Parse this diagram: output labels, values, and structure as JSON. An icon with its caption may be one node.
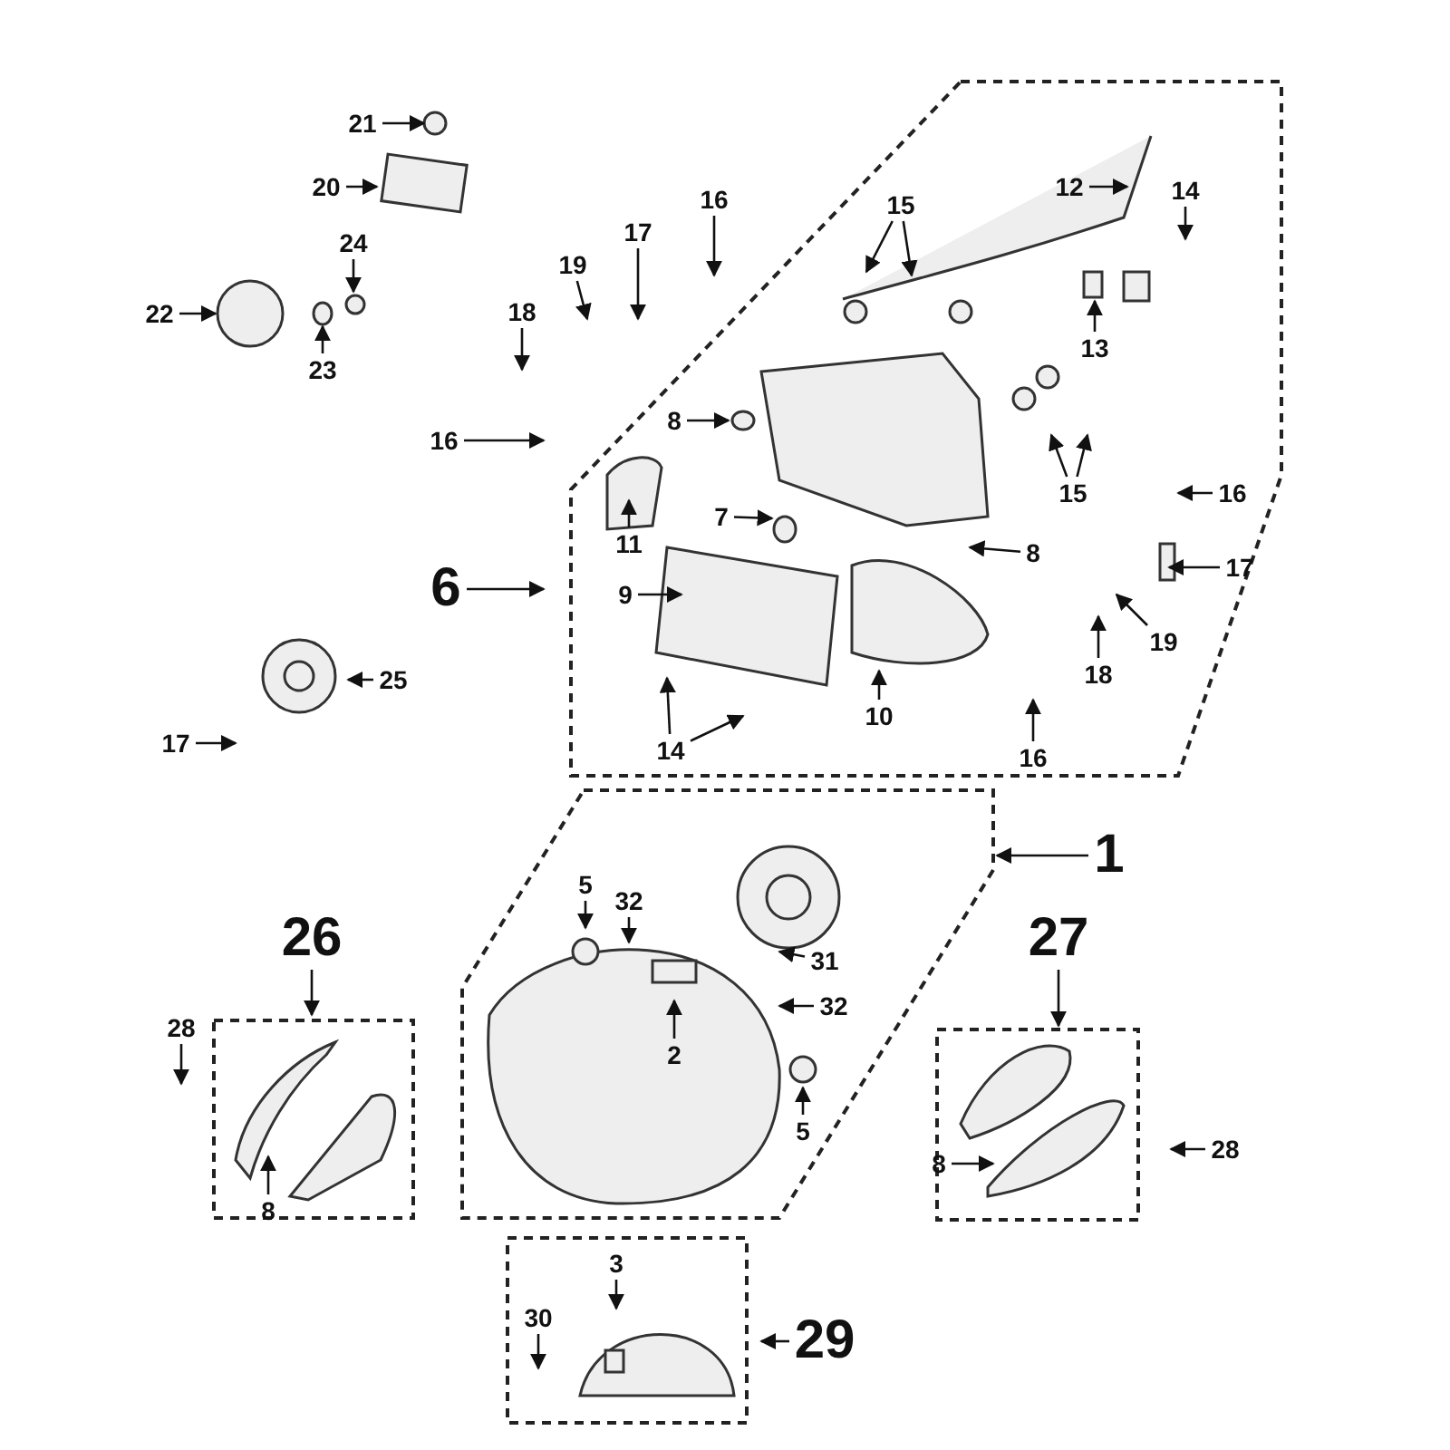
{
  "diagram": {
    "nodes": [
      {
        "text": [
          "21"
        ]
      },
      {
        "text": [
          "20"
        ]
      },
      {
        "text": [
          "22"
        ]
      },
      {
        "text": [
          "24"
        ]
      },
      {
        "text": [
          "23"
        ]
      },
      {
        "text": [
          "18"
        ]
      },
      {
        "text": [
          "19"
        ]
      },
      {
        "text": [
          "17"
        ]
      },
      {
        "text": [
          "16"
        ]
      },
      {
        "text": [
          "15"
        ]
      },
      {
        "text": [
          "12"
        ]
      },
      {
        "text": [
          "14"
        ]
      },
      {
        "text": [
          "13"
        ]
      },
      {
        "text": [
          "16"
        ]
      },
      {
        "text": [
          "8"
        ]
      },
      {
        "text": [
          "15"
        ]
      },
      {
        "text": [
          "11"
        ]
      },
      {
        "text": [
          "7"
        ]
      },
      {
        "text": [
          "16"
        ]
      },
      {
        "text": [
          "8"
        ]
      },
      {
        "text": [
          "6"
        ]
      },
      {
        "text": [
          "9"
        ]
      },
      {
        "text": [
          "17"
        ]
      },
      {
        "text": [
          "19"
        ]
      },
      {
        "text": [
          "25"
        ]
      },
      {
        "text": [
          "18"
        ]
      },
      {
        "text": [
          "14"
        ]
      },
      {
        "text": [
          "10"
        ]
      },
      {
        "text": [
          "17"
        ]
      },
      {
        "text": [
          "16"
        ]
      },
      {
        "text": [
          "1"
        ]
      },
      {
        "text": [
          "5"
        ]
      },
      {
        "text": [
          "32"
        ]
      },
      {
        "text": [
          "31"
        ]
      },
      {
        "text": [
          "26"
        ]
      },
      {
        "text": [
          "27"
        ]
      },
      {
        "text": [
          "2"
        ]
      },
      {
        "text": [
          "32"
        ]
      },
      {
        "text": [
          "28"
        ]
      },
      {
        "text": [
          "5"
        ]
      },
      {
        "text": [
          "28"
        ]
      },
      {
        "text": [
          "8"
        ]
      },
      {
        "text": [
          "8"
        ]
      },
      {
        "text": [
          "3"
        ]
      },
      {
        "text": [
          "29"
        ]
      },
      {
        "text": [
          "30"
        ]
      }
    ],
    "edges": [
      {
        "from": 0,
        "to": null,
        "arrow": "to"
      },
      {
        "from": 1,
        "to": null,
        "arrow": "to"
      },
      {
        "from": 2,
        "to": null,
        "arrow": "to"
      },
      {
        "from": 3,
        "to": null,
        "arrow": "to"
      },
      {
        "from": 4,
        "to": null,
        "arrow": "to"
      },
      {
        "from": 5,
        "to": null,
        "arrow": "to"
      },
      {
        "from": 6,
        "to": null,
        "arrow": "to"
      },
      {
        "from": 7,
        "to": null,
        "arrow": "to"
      },
      {
        "from": 8,
        "to": null,
        "arrow": "to"
      },
      {
        "from": 9,
        "to": null,
        "arrow": "to"
      },
      {
        "from": 9,
        "to": null,
        "arrow": "to"
      },
      {
        "from": 10,
        "to": null,
        "arrow": "to"
      },
      {
        "from": 11,
        "to": null,
        "arrow": "to"
      },
      {
        "from": 12,
        "to": null,
        "arrow": "to"
      },
      {
        "from": 13,
        "to": null,
        "arrow": "to"
      },
      {
        "from": 14,
        "to": null,
        "arrow": "to"
      },
      {
        "from": 15,
        "to": null,
        "arrow": "to"
      },
      {
        "from": 15,
        "to": null,
        "arrow": "to"
      },
      {
        "from": 16,
        "to": null,
        "arrow": "to"
      },
      {
        "from": 17,
        "to": null,
        "arrow": "to"
      },
      {
        "from": 18,
        "to": null,
        "arrow": "to"
      },
      {
        "from": 19,
        "to": null,
        "arrow": "to"
      },
      {
        "from": 20,
        "to": null,
        "arrow": "to"
      },
      {
        "from": 21,
        "to": null,
        "arrow": "to"
      },
      {
        "from": 22,
        "to": null,
        "arrow": "to"
      },
      {
        "from": 23,
        "to": null,
        "arrow": "to"
      },
      {
        "from": 24,
        "to": null,
        "arrow": "to"
      },
      {
        "from": 25,
        "to": null,
        "arrow": "to"
      },
      {
        "from": 26,
        "to": null,
        "arrow": "to"
      },
      {
        "from": 26,
        "to": null,
        "arrow": "to"
      },
      {
        "from": 27,
        "to": null,
        "arrow": "to"
      },
      {
        "from": 28,
        "to": null,
        "arrow": "to"
      },
      {
        "from": 29,
        "to": null,
        "arrow": "to"
      },
      {
        "from": 30,
        "to": null,
        "arrow": "to"
      },
      {
        "from": 31,
        "to": null,
        "arrow": "to"
      },
      {
        "from": 32,
        "to": null,
        "arrow": "to"
      },
      {
        "from": 33,
        "to": null,
        "arrow": "to"
      },
      {
        "from": 34,
        "to": null,
        "arrow": "to"
      },
      {
        "from": 35,
        "to": null,
        "arrow": "to"
      },
      {
        "from": 36,
        "to": null,
        "arrow": "to"
      },
      {
        "from": 37,
        "to": null,
        "arrow": "to"
      },
      {
        "from": 38,
        "to": null,
        "arrow": "to"
      },
      {
        "from": 39,
        "to": null,
        "arrow": "to"
      },
      {
        "from": 40,
        "to": null,
        "arrow": "to"
      },
      {
        "from": 41,
        "to": null,
        "arrow": "to"
      },
      {
        "from": 42,
        "to": null,
        "arrow": "to"
      },
      {
        "from": 43,
        "to": null,
        "arrow": "to"
      },
      {
        "from": 44,
        "to": null,
        "arrow": "to"
      },
      {
        "from": 45,
        "to": null,
        "arrow": "to"
      }
    ]
  }
}
